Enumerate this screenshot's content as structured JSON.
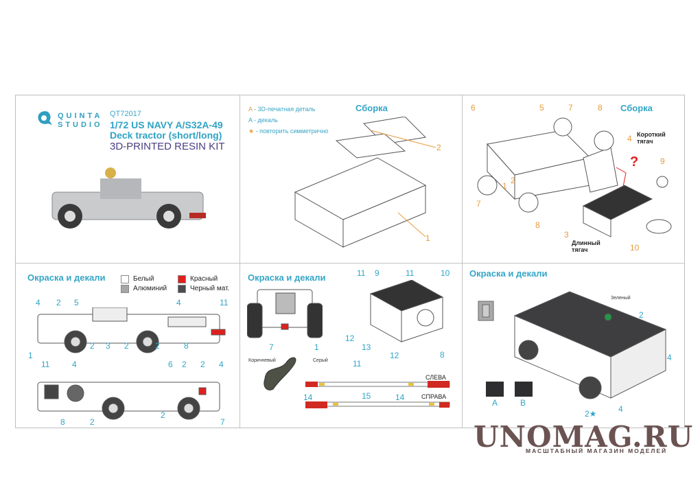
{
  "header": {
    "brand_line1": "QUINTA",
    "brand_line2": "STUDIO",
    "code": "QT72017",
    "title_line1": "1/72 US NAVY A/S32A-49",
    "title_line2": "Deck tractor (short/long)",
    "subtitle": "3D-PRINTED RESIN KIT"
  },
  "assembly1": {
    "title": "Сборка",
    "legend": [
      {
        "mark": "A",
        "text": " - 3D-печатная деталь"
      },
      {
        "mark": "A",
        "text": " - декаль"
      },
      {
        "mark": "★",
        "text": " - повторить симметрично"
      }
    ],
    "callouts": [
      "2",
      "1"
    ]
  },
  "assembly2": {
    "title": "Сборка",
    "short_label": "Короткий тягач",
    "long_label": "Длинный тягач",
    "question": "?",
    "callouts": [
      "6",
      "5",
      "7",
      "8",
      "4",
      "9",
      "2",
      "1",
      "7",
      "8",
      "3",
      "10"
    ]
  },
  "paint1": {
    "title": "Окраска и декали",
    "colors": [
      {
        "name": "Белый",
        "hex": "#ffffff"
      },
      {
        "name": "Алюминий",
        "hex": "#a6a6a6"
      },
      {
        "name": "Красный",
        "hex": "#e0201c"
      },
      {
        "name": "Черный мат.",
        "hex": "#4a4a4f"
      }
    ],
    "callouts": [
      "4",
      "2",
      "5",
      "4",
      "11",
      "1",
      "2",
      "3",
      "2",
      "2",
      "8",
      "11",
      "4",
      "6",
      "2",
      "2",
      "4",
      "8",
      "2",
      "2",
      "7"
    ]
  },
  "paint2": {
    "title": "Окраска и декали",
    "brown_label": "Коричневый",
    "grey_label": "Серый",
    "left_label": "СЛЕВА",
    "right_label": "СПРАВА",
    "callouts": [
      "11",
      "9",
      "11",
      "10",
      "7",
      "1",
      "12",
      "13",
      "12",
      "8",
      "11",
      "14",
      "15",
      "14"
    ]
  },
  "paint3": {
    "title": "Окраска и декали",
    "green_label": "Зеленый",
    "decal_a": "A",
    "decal_b": "B",
    "callouts": [
      "2",
      "4",
      "2★",
      "4"
    ]
  },
  "watermark": {
    "name": "UNOMAG.RU",
    "tagline": "МАСШТАБНЫЙ МАГАЗИН МОДЕЛЕЙ"
  }
}
